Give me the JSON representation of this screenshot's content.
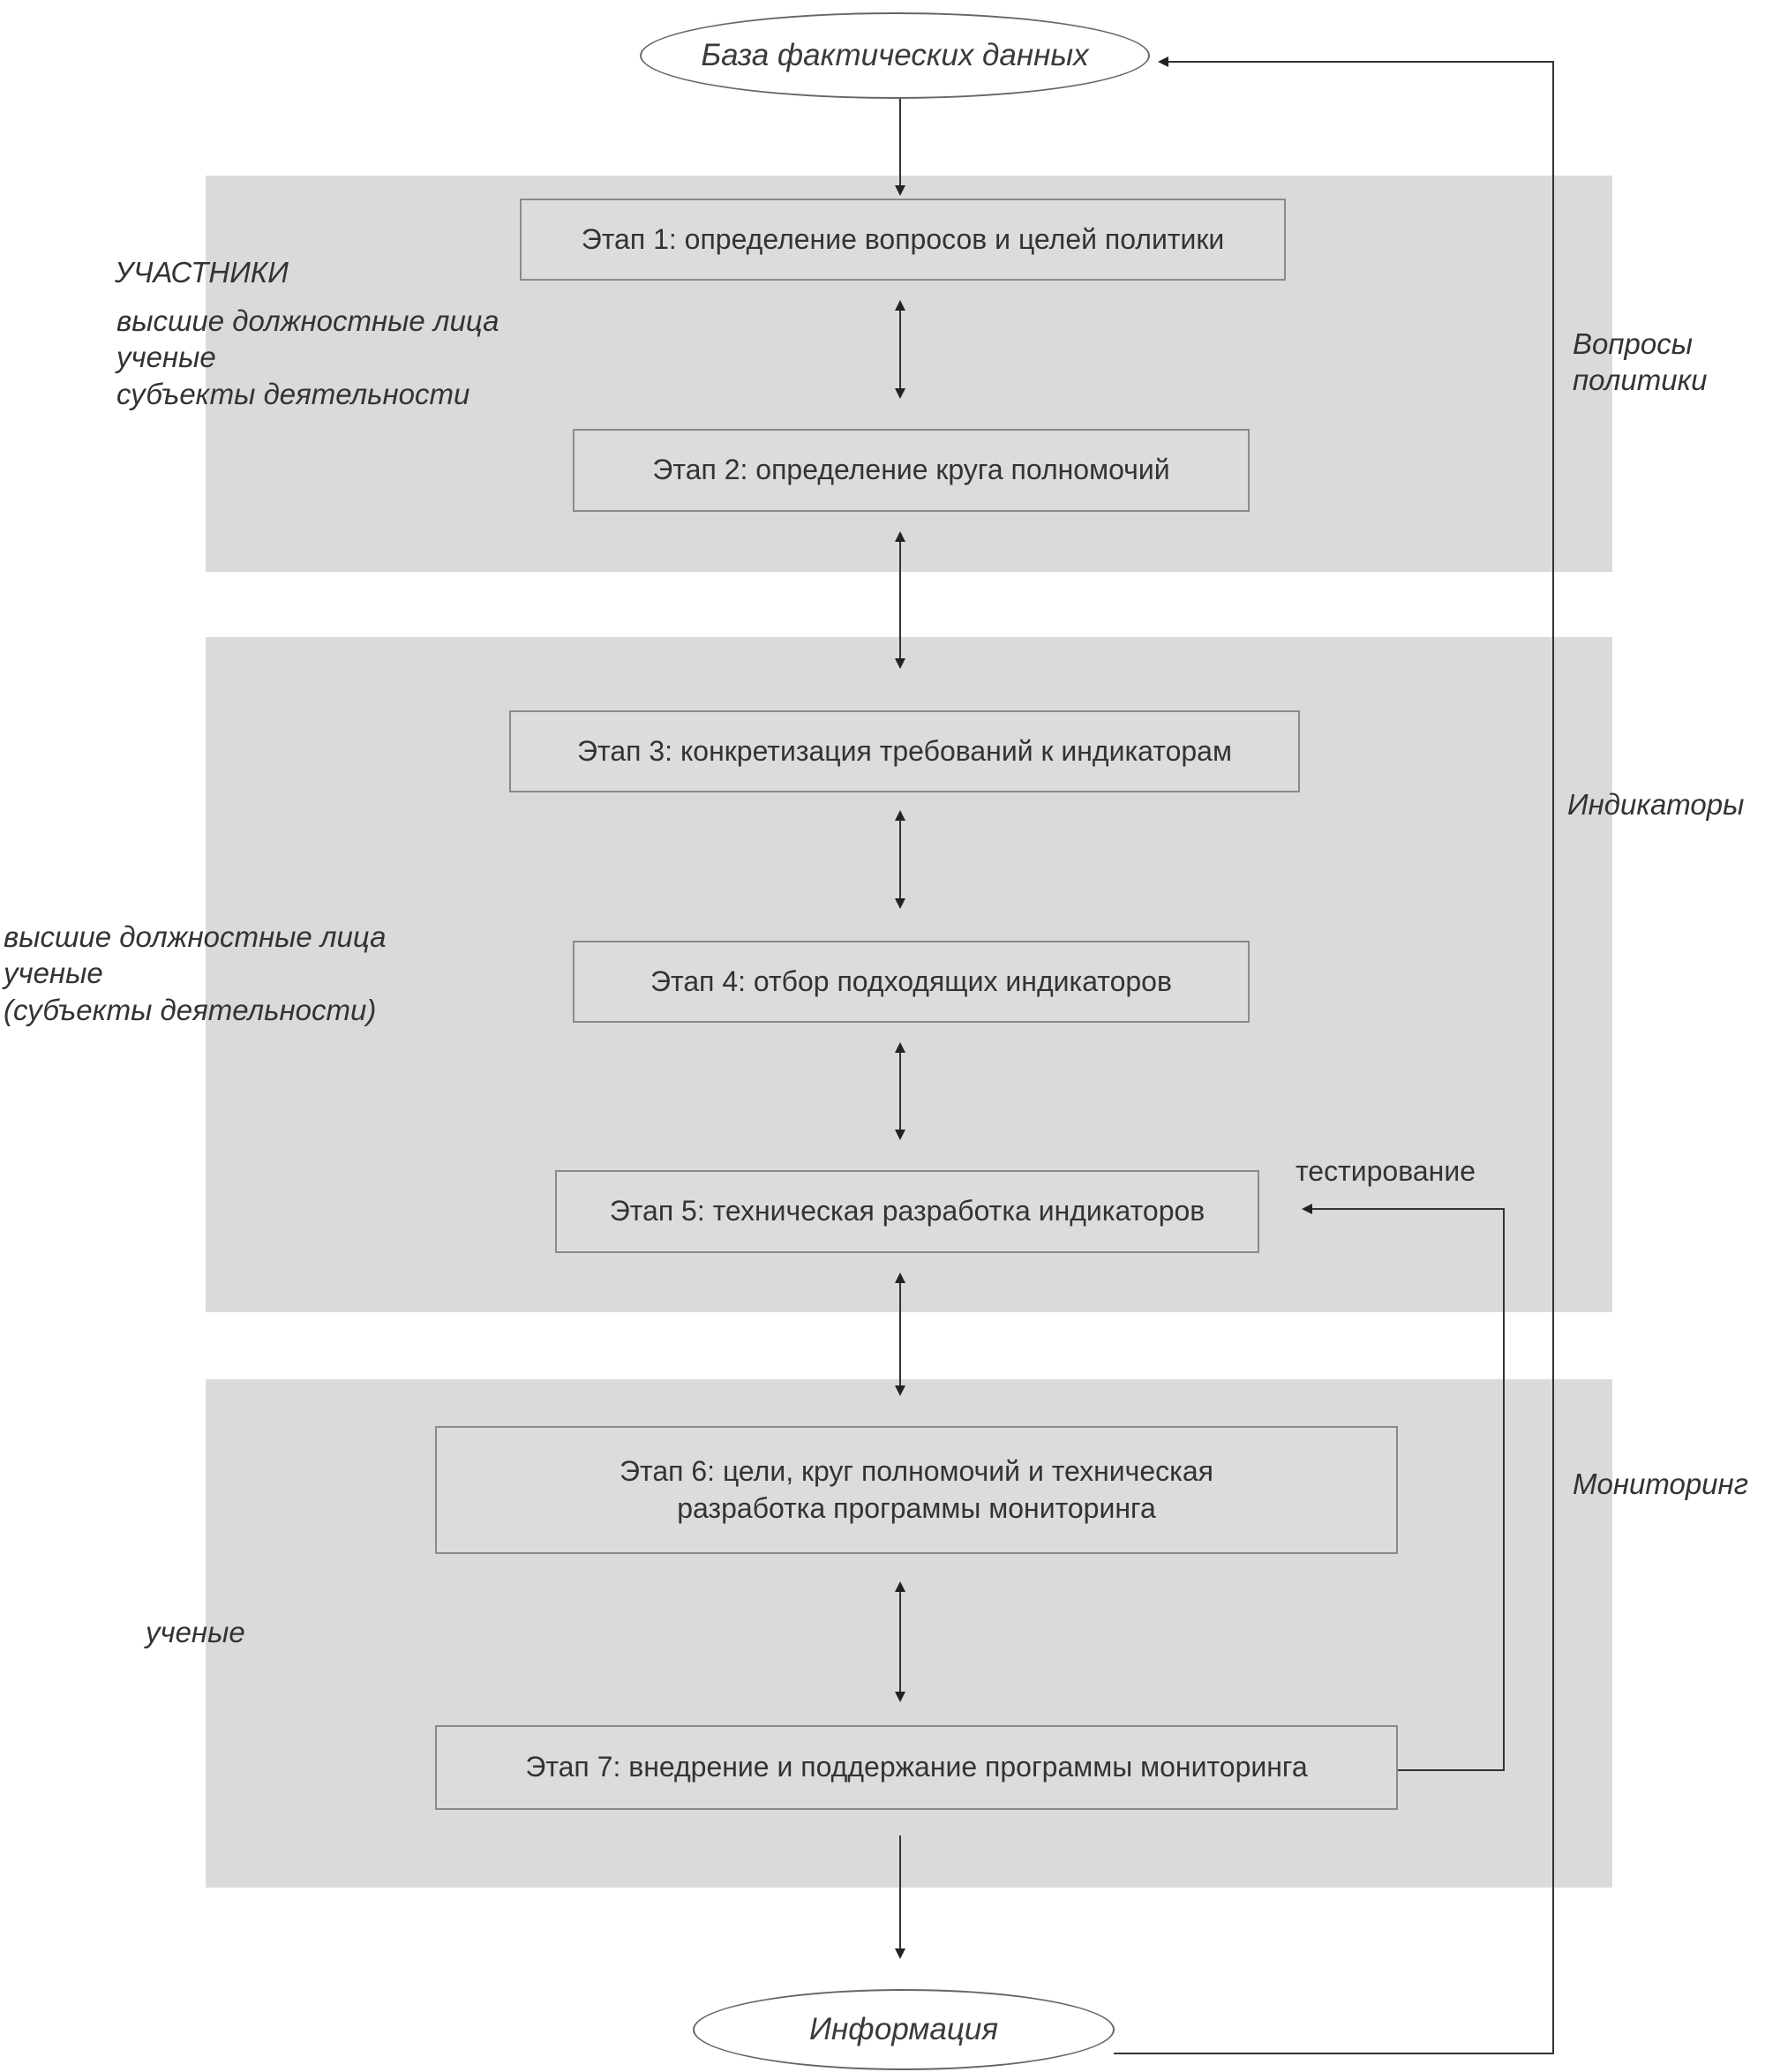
{
  "nodes": {
    "database": "База фактических данных",
    "information": "Информация"
  },
  "stages": [
    "Этап 1: определение вопросов и целей политики",
    "Этап 2: определение круга полномочий",
    "Этап 3: конкретизация требований к индикаторам",
    "Этап 4: отбор подходящих индикаторов",
    "Этап 5: техническая разработка индикаторов",
    "Этап 6: цели, круг полномочий и техническая\nразработка программы мониторинга",
    "Этап 7: внедрение и поддержание программы мониторинга"
  ],
  "participants": {
    "heading": "УЧАСТНИКИ",
    "group1": [
      "высшие должностные лица",
      "ученые",
      "субъекты деятельности"
    ],
    "group2": [
      "высшие должностные лица",
      "ученые",
      "(субъекты деятельности)"
    ],
    "group3": [
      "ученые"
    ]
  },
  "phases": {
    "policy": [
      "Вопросы",
      "политики"
    ],
    "indicators": "Индикаторы",
    "monitoring": "Мониторинг"
  },
  "feedback": {
    "testing": "тестирование"
  }
}
